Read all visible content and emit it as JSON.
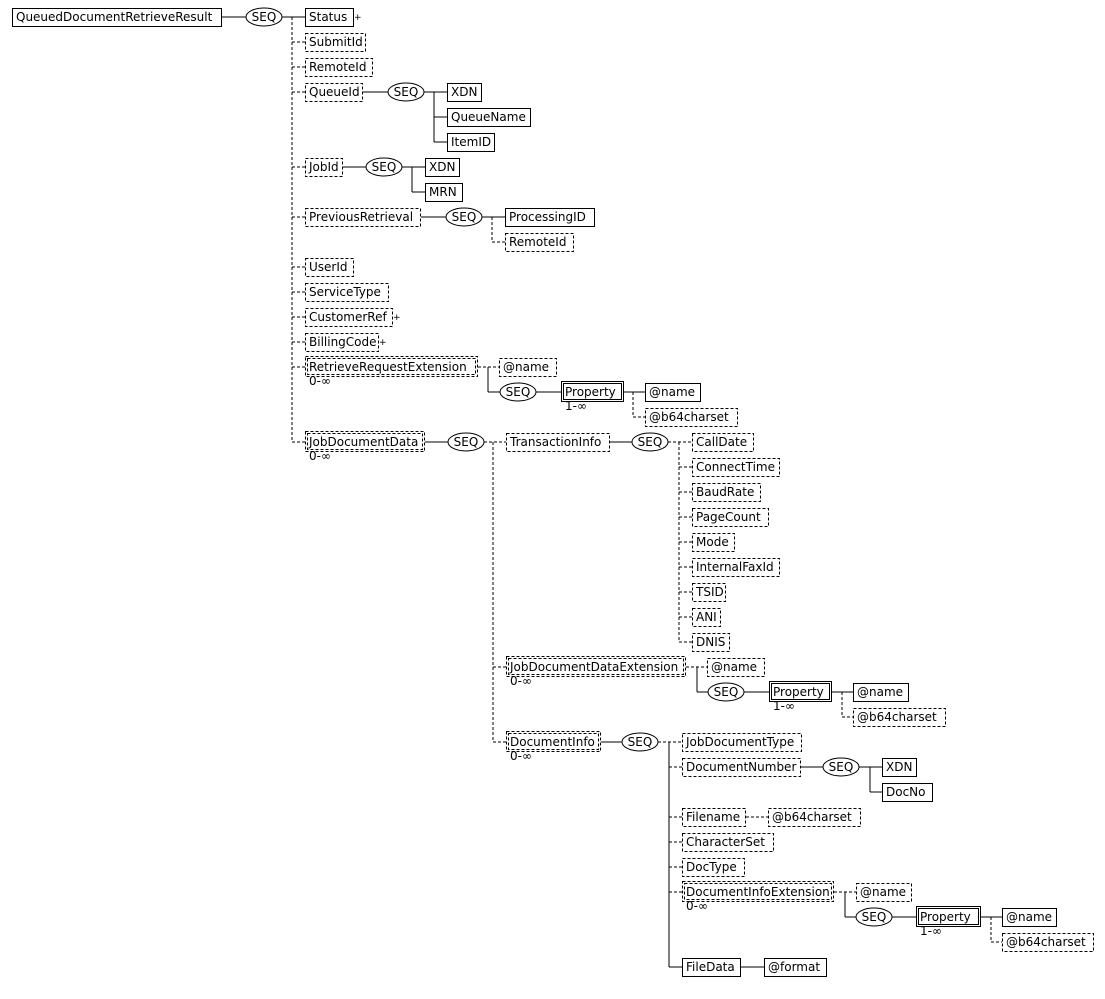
{
  "diagram": {
    "seq_label": "SEQ",
    "elements": {
      "root": "QueuedDocumentRetrieveResult",
      "status": "Status",
      "submit_id": "SubmitId",
      "remote_id": "RemoteId",
      "queue_id": "QueueId",
      "queue_xdn": "XDN",
      "queue_name": "QueueName",
      "item_id": "ItemID",
      "job_id": "JobId",
      "job_xdn": "XDN",
      "job_mrn": "MRN",
      "previous_retrieval": "PreviousRetrieval",
      "processing_id": "ProcessingID",
      "prev_remote_id": "RemoteId",
      "user_id": "UserId",
      "service_type": "ServiceType",
      "customer_ref": "CustomerRef",
      "billing_code": "BillingCode",
      "retrieve_request_extension": "RetrieveRequestExtension",
      "rre_name": "@name",
      "rre_property": "Property",
      "rre_prop_name": "@name",
      "rre_prop_charset": "@b64charset",
      "job_document_data": "JobDocumentData",
      "transaction_info": "TransactionInfo",
      "call_date": "CallDate",
      "connect_time": "ConnectTime",
      "baud_rate": "BaudRate",
      "page_count": "PageCount",
      "mode": "Mode",
      "internal_fax_id": "InternalFaxId",
      "tsid": "TSID",
      "ani": "ANI",
      "dnis": "DNIS",
      "job_document_data_extension": "JobDocumentDataExtension",
      "jdde_name": "@name",
      "jdde_property": "Property",
      "jdde_prop_name": "@name",
      "jdde_prop_charset": "@b64charset",
      "document_info": "DocumentInfo",
      "job_document_type": "JobDocumentType",
      "document_number": "DocumentNumber",
      "doc_xdn": "XDN",
      "doc_no": "DocNo",
      "filename": "Filename",
      "filename_charset": "@b64charset",
      "character_set": "CharacterSet",
      "doc_type": "DocType",
      "document_info_extension": "DocumentInfoExtension",
      "die_name": "@name",
      "die_property": "Property",
      "die_prop_name": "@name",
      "die_prop_charset": "@b64charset",
      "file_data": "FileData",
      "file_data_format": "@format"
    },
    "plus_mark": "+",
    "cardinality": {
      "zero_or_more": "0-∞",
      "one_or_more": "1-∞"
    }
  }
}
